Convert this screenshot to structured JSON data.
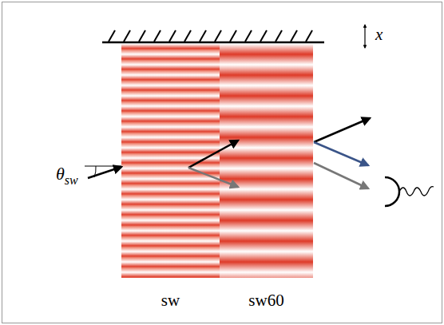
{
  "diagram": {
    "nodes": [
      {
        "text": [
          "sw"
        ]
      },
      {
        "text": [
          "sw60"
        ]
      }
    ],
    "labels": [
      "x",
      "θ",
      "sw"
    ]
  }
}
